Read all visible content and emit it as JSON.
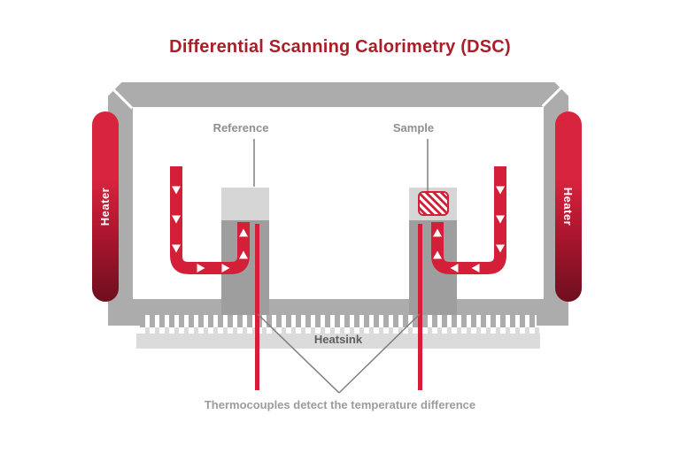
{
  "title": "Differential Scanning Calorimetry (DSC)",
  "labels": {
    "reference": "Reference",
    "sample": "Sample",
    "heater_left": "Heater",
    "heater_right": "Heater",
    "heatsink": "Heatsink",
    "caption": "Thermocouples detect the temperature difference"
  },
  "colors": {
    "title_red": "#A91F29",
    "tube_red": "#D31F38",
    "heater_top": "#D9243E",
    "heater_mid": "#B01630",
    "heater_bottom": "#6E0F1E",
    "wall_gray": "#ACACAC",
    "column_gray": "#9E9E9E",
    "block_gray": "#D6D6D6",
    "slab_gray": "#DBDBDB",
    "label_gray": "#8F8F8F",
    "heatsink_text": "#5E5E5E",
    "caption_gray": "#9C9C9C",
    "line_gray": "#7F7F7F"
  },
  "diagram": {
    "type": "schematic",
    "subject": "DSC instrument cross-section",
    "components": [
      "chamber",
      "left heater",
      "right heater",
      "reference pedestal",
      "sample pedestal",
      "sample pan (hatched)",
      "heat-flow tubes with arrows",
      "thermocouples",
      "heatsink with fins"
    ]
  }
}
